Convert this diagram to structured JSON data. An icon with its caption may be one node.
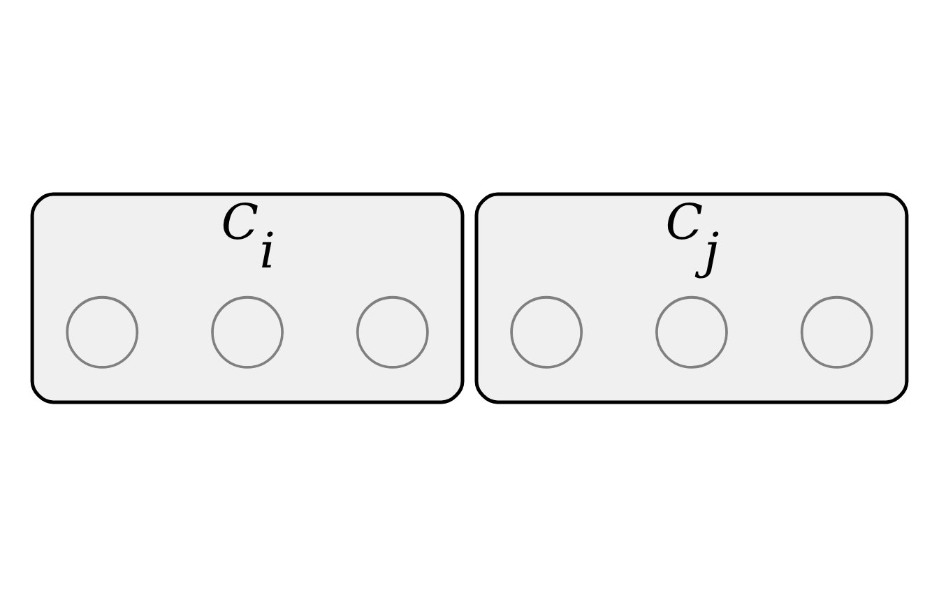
{
  "diagram": {
    "nodes": [
      {
        "text": [
          "C$_{i}$"
        ]
      },
      {
        "text": [],
        "shape": "circle",
        "in": 0
      },
      {
        "text": [],
        "shape": "circle",
        "in": 0
      },
      {
        "text": [],
        "shape": "circle",
        "in": 0
      },
      {
        "text": [
          "C$_{j}$"
        ]
      },
      {
        "text": [],
        "shape": "circle",
        "in": 4
      },
      {
        "text": [],
        "shape": "circle",
        "in": 4
      },
      {
        "text": [],
        "shape": "circle",
        "in": 4
      }
    ],
    "edges": []
  }
}
